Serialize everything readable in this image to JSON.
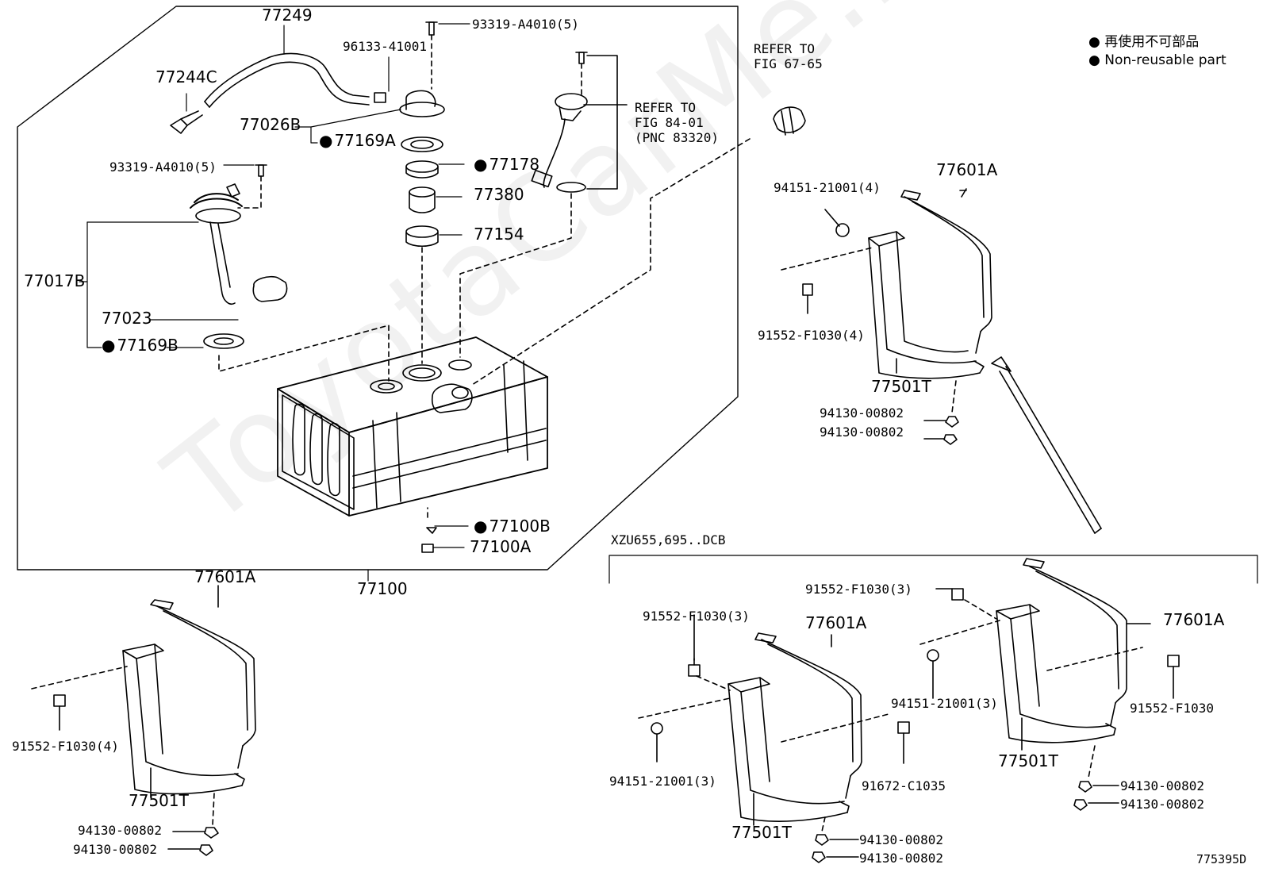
{
  "legend": {
    "line1": "● 再使用不可部品",
    "line2": "● Non-reusable part"
  },
  "watermark": "ToyotaCarMe.ru",
  "figure_id": "775395D",
  "refer_67_65": [
    "REFER TO",
    "FIG 67-65"
  ],
  "refer_84_01": [
    "REFER TO",
    "FIG 84-01",
    "(PNC 83320)"
  ],
  "variant_label": "XZU655,695..DCB",
  "parts": {
    "p77249": "77249",
    "p96133": "96133-41001",
    "p93319_top": "93319-A4010(5)",
    "p77244C": "77244C",
    "p77026B": "77026B",
    "p77169A": "77169A",
    "p77178": "77178",
    "p93319_left": "93319-A4010(5)",
    "p77380": "77380",
    "p77154": "77154",
    "p77017B": "77017B",
    "p77023": "77023",
    "p77169B": "77169B",
    "p77100B": "77100B",
    "p77100A": "77100A",
    "p77100": "77100",
    "r_94151": "94151-21001(4)",
    "r_77601A": "77601A",
    "r_91552": "91552-F1030(4)",
    "r_77501T": "77501T",
    "r_94130a": "94130-00802",
    "r_94130b": "94130-00802",
    "l_77601A": "77601A",
    "l_91552": "91552-F1030(4)",
    "l_77501T": "77501T",
    "l_94130a": "94130-00802",
    "l_94130b": "94130-00802",
    "m_91552_top": "91552-F1030(3)",
    "m_91552": "91552-F1030(3)",
    "m_77601A": "77601A",
    "m_94151": "94151-21001(3)",
    "m_91672": "91672-C1035",
    "m_77501T": "77501T",
    "m_94130a": "94130-00802",
    "m_94130b": "94130-00802",
    "n_94151": "94151-21001(3)",
    "n_77601A": "77601A",
    "n_91552": "91552-F1030",
    "n_77501T": "77501T",
    "n_94130a": "94130-00802",
    "n_94130b": "94130-00802"
  }
}
